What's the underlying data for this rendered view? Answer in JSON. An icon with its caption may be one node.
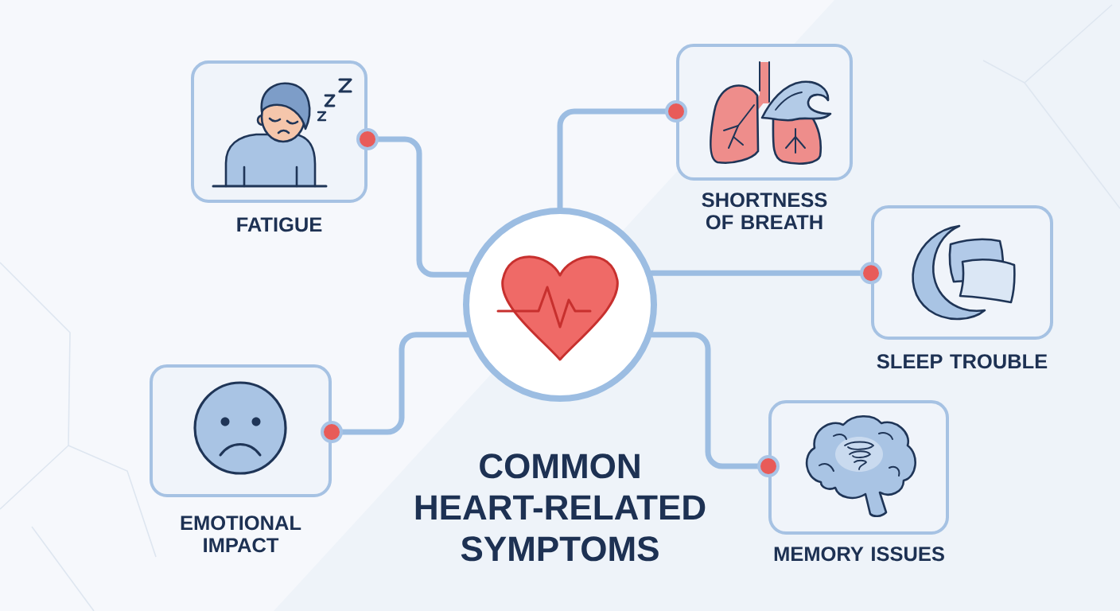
{
  "diagram": {
    "title": "COMMON HEART-RELATED SYMPTOMS",
    "nodes": [
      {
        "text": [
          "FATIGUE"
        ]
      },
      {
        "text": [
          "SHORTNESS OF BREATH"
        ]
      },
      {
        "text": [],
        "shape": "circle"
      },
      {
        "text": [
          "SLEEP TROUBLE"
        ]
      },
      {
        "text": [
          "EMOTIONAL IMPACT"
        ]
      },
      {
        "text": [
          "MEMORY ISSUES"
        ]
      }
    ],
    "edges": [
      {
        "from": 2,
        "to": 0,
        "arrow": "other"
      },
      {
        "from": 2,
        "to": 1,
        "arrow": "other"
      },
      {
        "from": 2,
        "to": 3,
        "arrow": "other"
      },
      {
        "from": 2,
        "to": 4,
        "arrow": "other"
      },
      {
        "from": 2,
        "to": 5,
        "arrow": "other"
      }
    ]
  }
}
